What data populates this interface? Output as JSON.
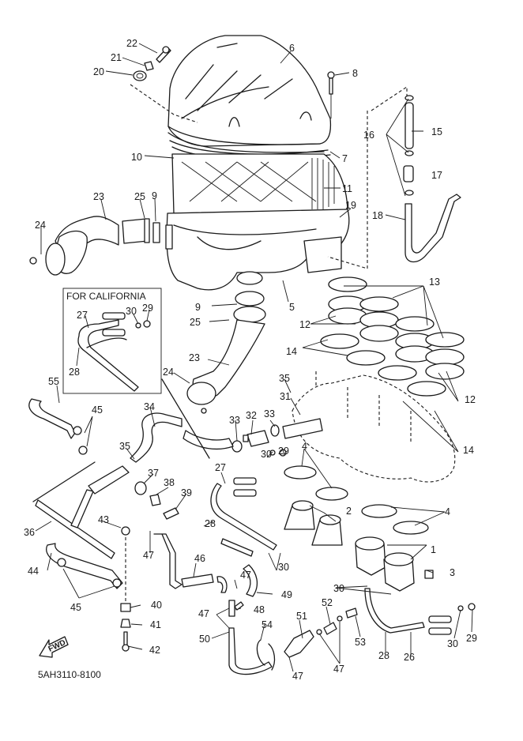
{
  "diagram": {
    "title": "Intake / Air Filter Case exploded parts diagram",
    "part_code": "5AH3110-8100",
    "inset_title": "FOR CALIFORNIA",
    "direction_marker": "FWD",
    "callouts": [
      {
        "id": "c22",
        "label": "22"
      },
      {
        "id": "c21",
        "label": "21"
      },
      {
        "id": "c20",
        "label": "20"
      },
      {
        "id": "c6",
        "label": "6"
      },
      {
        "id": "c8",
        "label": "8"
      },
      {
        "id": "c16",
        "label": "16"
      },
      {
        "id": "c15",
        "label": "15"
      },
      {
        "id": "c7",
        "label": "7"
      },
      {
        "id": "c17",
        "label": "17"
      },
      {
        "id": "c10",
        "label": "10"
      },
      {
        "id": "c11",
        "label": "11"
      },
      {
        "id": "c19",
        "label": "19"
      },
      {
        "id": "c18",
        "label": "18"
      },
      {
        "id": "c23a",
        "label": "23"
      },
      {
        "id": "c25a",
        "label": "25"
      },
      {
        "id": "c9a",
        "label": "9"
      },
      {
        "id": "c24a",
        "label": "24"
      },
      {
        "id": "c13",
        "label": "13"
      },
      {
        "id": "c5",
        "label": "5"
      },
      {
        "id": "c12a",
        "label": "12"
      },
      {
        "id": "c9b",
        "label": "9"
      },
      {
        "id": "c25b",
        "label": "25"
      },
      {
        "id": "c30a",
        "label": "30"
      },
      {
        "id": "c29a",
        "label": "29"
      },
      {
        "id": "c27a",
        "label": "27"
      },
      {
        "id": "c28a",
        "label": "28"
      },
      {
        "id": "c14a",
        "label": "14"
      },
      {
        "id": "c23b",
        "label": "23"
      },
      {
        "id": "c24b",
        "label": "24"
      },
      {
        "id": "c35a",
        "label": "35"
      },
      {
        "id": "c31",
        "label": "31"
      },
      {
        "id": "c12b",
        "label": "12"
      },
      {
        "id": "c55",
        "label": "55"
      },
      {
        "id": "c45a",
        "label": "45"
      },
      {
        "id": "c34",
        "label": "34"
      },
      {
        "id": "c33a",
        "label": "33"
      },
      {
        "id": "c32",
        "label": "32"
      },
      {
        "id": "c33b",
        "label": "33"
      },
      {
        "id": "c14b",
        "label": "14"
      },
      {
        "id": "c35b",
        "label": "35"
      },
      {
        "id": "c30b",
        "label": "30"
      },
      {
        "id": "c29b",
        "label": "29"
      },
      {
        "id": "c4a",
        "label": "4"
      },
      {
        "id": "c37",
        "label": "37"
      },
      {
        "id": "c38",
        "label": "38"
      },
      {
        "id": "c27b",
        "label": "27"
      },
      {
        "id": "c39",
        "label": "39"
      },
      {
        "id": "c2",
        "label": "2"
      },
      {
        "id": "c4b",
        "label": "4"
      },
      {
        "id": "c36",
        "label": "36"
      },
      {
        "id": "c28b",
        "label": "28"
      },
      {
        "id": "c43",
        "label": "43"
      },
      {
        "id": "c47a",
        "label": "47"
      },
      {
        "id": "c1",
        "label": "1"
      },
      {
        "id": "c44",
        "label": "44"
      },
      {
        "id": "c46",
        "label": "46"
      },
      {
        "id": "c30c",
        "label": "30"
      },
      {
        "id": "c3",
        "label": "3"
      },
      {
        "id": "c47b",
        "label": "47"
      },
      {
        "id": "c49",
        "label": "49"
      },
      {
        "id": "c30d",
        "label": "30"
      },
      {
        "id": "c45b",
        "label": "45"
      },
      {
        "id": "c40",
        "label": "40"
      },
      {
        "id": "c47c",
        "label": "47"
      },
      {
        "id": "c48",
        "label": "48"
      },
      {
        "id": "c51",
        "label": "51"
      },
      {
        "id": "c52",
        "label": "52"
      },
      {
        "id": "c41",
        "label": "41"
      },
      {
        "id": "c50",
        "label": "50"
      },
      {
        "id": "c54",
        "label": "54"
      },
      {
        "id": "c53",
        "label": "53"
      },
      {
        "id": "c30e",
        "label": "30"
      },
      {
        "id": "c29c",
        "label": "29"
      },
      {
        "id": "c42",
        "label": "42"
      },
      {
        "id": "c28c",
        "label": "28"
      },
      {
        "id": "c26",
        "label": "26"
      },
      {
        "id": "c47d",
        "label": "47"
      },
      {
        "id": "c47e",
        "label": "47"
      }
    ]
  }
}
